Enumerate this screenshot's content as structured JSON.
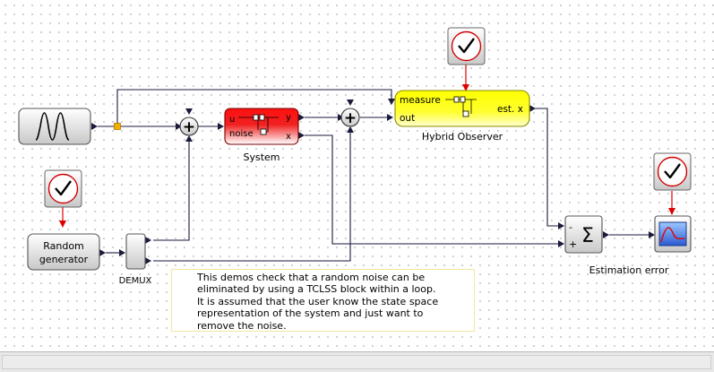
{
  "blocks": {
    "random_generator": {
      "line1": "Random",
      "line2": "generator"
    },
    "demux": {
      "label": "DEMUX"
    },
    "system": {
      "label": "System",
      "port_u": "u",
      "port_noise": "noise",
      "port_y": "y",
      "port_x": "x"
    },
    "hybrid_observer": {
      "label": "Hybrid Observer",
      "port_measure": "measure",
      "port_out": "out",
      "port_est": "est. x"
    },
    "estimation_error": {
      "label": "Estimation error",
      "sign_minus": "-",
      "sign_plus": "+",
      "symbol": "Σ"
    },
    "sum_symbol": "+"
  },
  "note": {
    "lines": [
      "This demos check that a random noise can be",
      "eliminated by using a TCLSS block within a loop.",
      "It is assumed that the user know the state space",
      "representation of the system and just want to",
      "remove the noise."
    ]
  },
  "colors": {
    "system_fill": "#f20000",
    "observer_fill": "#ffff00",
    "link": "#1a1a3c",
    "event_link": "#e00000",
    "split_point": "#f0b000"
  },
  "icons": [
    "sine-generator-icon",
    "clock-icon",
    "scope-icon",
    "sum-icon"
  ]
}
